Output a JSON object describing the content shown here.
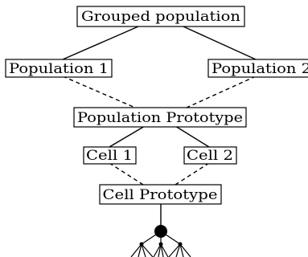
{
  "nodes": {
    "grouped": "Grouped population",
    "population_1": "Population 1",
    "population_2": "Population 2",
    "population_prototype": "Population Prototype",
    "cell_1": "Cell 1",
    "cell_2": "Cell 2",
    "cell_prototype": "Cell Prototype"
  },
  "edges": [
    {
      "from": "grouped",
      "to": "population_1",
      "style": "solid"
    },
    {
      "from": "grouped",
      "to": "population_2",
      "style": "solid"
    },
    {
      "from": "population_1",
      "to": "population_prototype",
      "style": "dashed"
    },
    {
      "from": "population_2",
      "to": "population_prototype",
      "style": "dashed"
    },
    {
      "from": "population_prototype",
      "to": "cell_1",
      "style": "solid"
    },
    {
      "from": "population_prototype",
      "to": "cell_2",
      "style": "solid"
    },
    {
      "from": "cell_1",
      "to": "cell_prototype",
      "style": "dashed"
    },
    {
      "from": "cell_2",
      "to": "cell_prototype",
      "style": "dashed"
    },
    {
      "from": "cell_prototype",
      "to": "neuron_node",
      "style": "solid"
    }
  ],
  "colors": {
    "line": "#000000",
    "box_fill": "#ffffff"
  }
}
